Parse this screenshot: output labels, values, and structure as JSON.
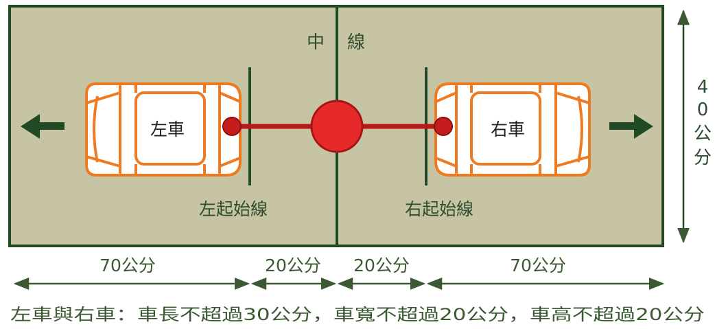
{
  "labels": {
    "center_line": "中線",
    "center_line_left": "中",
    "center_line_right": "線",
    "left_car": "左車",
    "right_car": "右車",
    "left_start_line": "左起始線",
    "right_start_line": "右起始線",
    "height_char_1": "4",
    "height_char_2": "0",
    "height_char_3": "公",
    "height_char_4": "分"
  },
  "dimensions": {
    "left_outer": "70公分",
    "left_inner": "20公分",
    "right_inner": "20公分",
    "right_outer": "70公分"
  },
  "footer": {
    "rule": "左車與右車：車長不超過30公分，車寬不超過20公分，車高不超過20公分"
  },
  "colors": {
    "field_fill": "#c7c4a3",
    "border": "#1f4a24",
    "car_orange": "#ee7a22",
    "ball_red": "#e62a2a",
    "rope_red": "#b81a1a",
    "text_dark": "#2d4d2e",
    "dim_text": "#3b5a34"
  },
  "icons": {
    "left_arrow": "arrow-left-icon",
    "right_arrow": "arrow-right-icon"
  }
}
